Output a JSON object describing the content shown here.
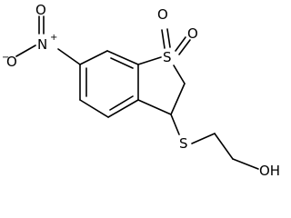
{
  "molecule": {
    "atoms": {
      "nitro_n": "N",
      "nitro_n_charge": "+",
      "nitro_o_top": "O",
      "nitro_o_left": "O",
      "nitro_o_left_charge": "−",
      "sulfone_s": "S",
      "sulfone_o_top": "O",
      "sulfone_o_right": "O",
      "thioether_s": "S",
      "hydroxyl": "OH"
    }
  }
}
